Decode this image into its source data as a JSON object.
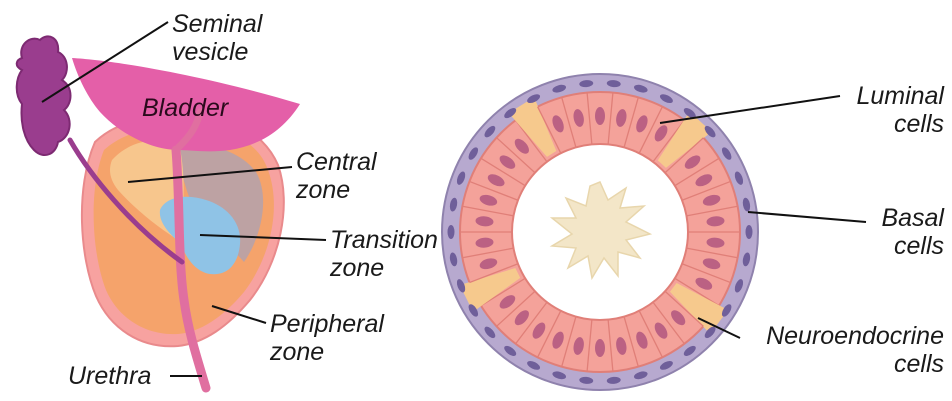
{
  "prostate": {
    "labels": {
      "seminal_vesicle": [
        "Seminal",
        "vesicle"
      ],
      "bladder": "Bladder",
      "central_zone": [
        "Central",
        "zone"
      ],
      "transition_zone": [
        "Transition",
        "zone"
      ],
      "peripheral_zone": [
        "Peripheral",
        "zone"
      ],
      "urethra": "Urethra"
    }
  },
  "gland": {
    "labels": {
      "luminal_cells": [
        "Luminal",
        "cells"
      ],
      "basal_cells": [
        "Basal",
        "cells"
      ],
      "neuroendocrine_cells": [
        "Neuroendocrine",
        "cells"
      ]
    }
  },
  "colors": {
    "bladder": "#e45fa8",
    "seminal_vesicle": "#9a3d8e",
    "peripheral_zone": "#f5a36b",
    "central_zone": "#f7c68d",
    "transition_zone": "#8fc3e6",
    "urethra": "#e06fa0",
    "luminal_cell": "#f4a29a",
    "basal_cell": "#b7a9cf",
    "neuroendocrine_cell": "#f6c98d",
    "lumen_secretion": "#f3e6c8"
  }
}
